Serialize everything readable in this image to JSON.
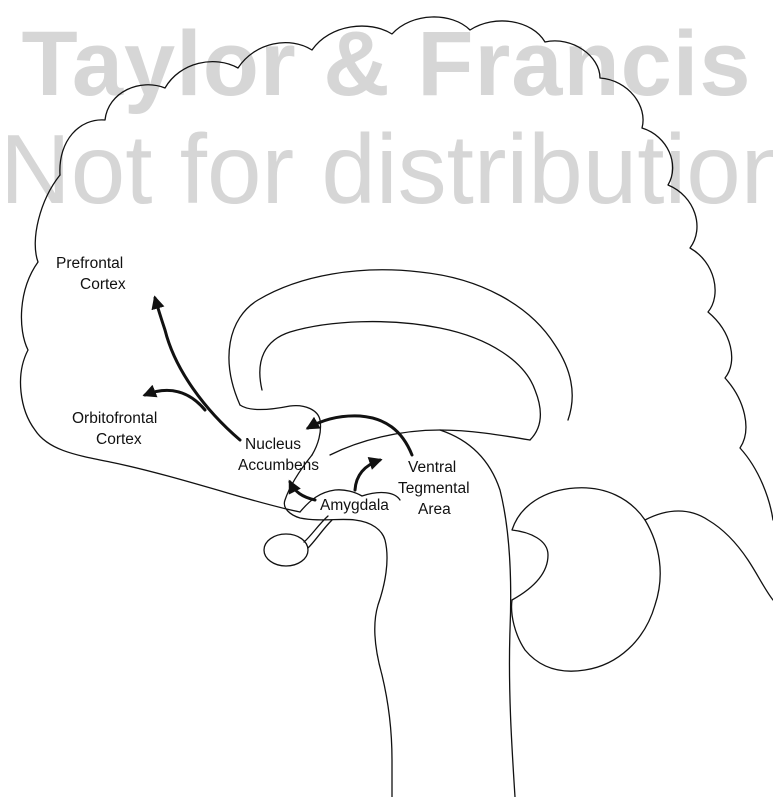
{
  "watermark": {
    "line1": "Taylor & Francis",
    "line2": "Not for distribution"
  },
  "labels": {
    "prefrontal_1": "Prefrontal",
    "prefrontal_2": "Cortex",
    "orbitofrontal_1": "Orbitofrontal",
    "orbitofrontal_2": "Cortex",
    "nucleus_1": "Nucleus",
    "nucleus_2": "Accumbens",
    "amygdala": "Amygdala",
    "vta_1": "Ventral",
    "vta_2": "Tegmental",
    "vta_3": "Area"
  },
  "colors": {
    "line": "#111111",
    "watermark": "#d6d6d6"
  }
}
